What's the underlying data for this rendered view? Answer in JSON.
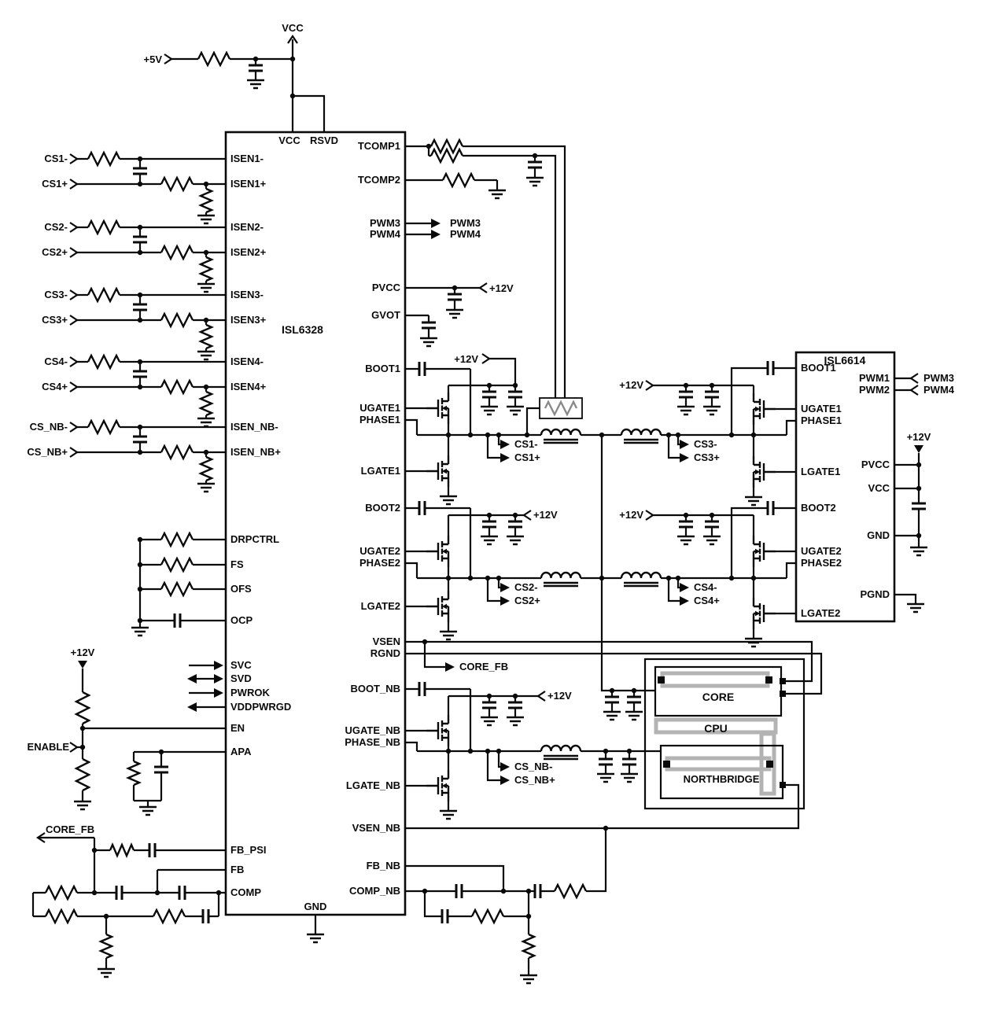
{
  "labels": {
    "vcc": "VCC",
    "p5v": "+5V",
    "p12v": "+12V",
    "enable": "ENABLE",
    "core_fb": "CORE_FB",
    "pwm3": "PWM3",
    "pwm4": "PWM4"
  },
  "cs_signals": [
    "CS1-",
    "CS1+",
    "CS2-",
    "CS2+",
    "CS3-",
    "CS3+",
    "CS4-",
    "CS4+",
    "CS_NB-",
    "CS_NB+"
  ],
  "main_ic": {
    "name": "ISL6328",
    "top_pins": [
      "VCC",
      "RSVD"
    ],
    "left_pins": [
      "ISEN1-",
      "ISEN1+",
      "ISEN2-",
      "ISEN2+",
      "ISEN3-",
      "ISEN3+",
      "ISEN4-",
      "ISEN4+",
      "ISEN_NB-",
      "ISEN_NB+",
      "DRPCTRL",
      "FS",
      "OFS",
      "OCP",
      "SVC",
      "SVD",
      "PWROK",
      "VDDPWRGD",
      "EN",
      "APA",
      "FB_PSI",
      "FB",
      "COMP"
    ],
    "right_pins": [
      "TCOMP1",
      "TCOMP2",
      "PWM3",
      "PWM4",
      "PVCC",
      "GVOT",
      "BOOT1",
      "UGATE1",
      "PHASE1",
      "LGATE1",
      "BOOT2",
      "UGATE2",
      "PHASE2",
      "LGATE2",
      "VSEN",
      "RGND",
      "BOOT_NB",
      "UGATE_NB",
      "PHASE_NB",
      "LGATE_NB",
      "VSEN_NB",
      "FB_NB",
      "COMP_NB"
    ],
    "bottom_pin": "GND"
  },
  "driver_ic": {
    "name": "ISL6614",
    "left_pins": [
      "BOOT1",
      "UGATE1",
      "PHASE1",
      "LGATE1",
      "BOOT2",
      "UGATE2",
      "PHASE2",
      "LGATE2"
    ],
    "right_pins": [
      "PWM1",
      "PWM2",
      "PVCC",
      "VCC",
      "GND",
      "PGND"
    ]
  },
  "cpu_block": {
    "core": "CORE",
    "cpu": "CPU",
    "northbridge": "NORTHBRIDGE"
  },
  "colors": {
    "ink": "#0a0a0a",
    "trace_highlight": "#b3b3b3"
  }
}
